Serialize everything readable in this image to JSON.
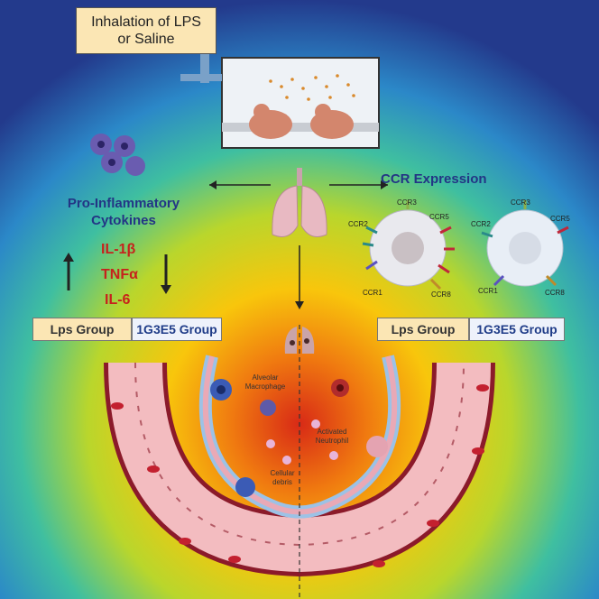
{
  "header": {
    "title_line1": "Inhalation of LPS",
    "title_line2": "or Saline"
  },
  "left_panel": {
    "title_line1": "Pro-Inflammatory",
    "title_line2": "Cytokines",
    "cytokines": [
      "IL-1β",
      "TNFα",
      "IL-6"
    ]
  },
  "right_panel": {
    "title": "CCR Expression",
    "receptors": [
      "CCR3",
      "CCR5",
      "CCR2",
      "CCR1",
      "CCR8"
    ]
  },
  "groups": {
    "lps": "Lps Group",
    "g1g3e5": "1G3E5 Group"
  },
  "alveolus": {
    "alveolar_macrophage_line1": "Alveolar",
    "alveolar_macrophage_line2": "Macrophage",
    "activated_neutrophil_line1": "Activated",
    "activated_neutrophil_line2": "Neutrophil",
    "cellular_debris_line1": "Cellular",
    "cellular_debris_line2": "debris"
  },
  "colors": {
    "title_box": "#fbe6b4",
    "heading_blue": "#233585",
    "cytokine_red": "#c7221c",
    "vessel_wall": "#8b1a2a",
    "vessel_fill": "#f3bcc0"
  }
}
